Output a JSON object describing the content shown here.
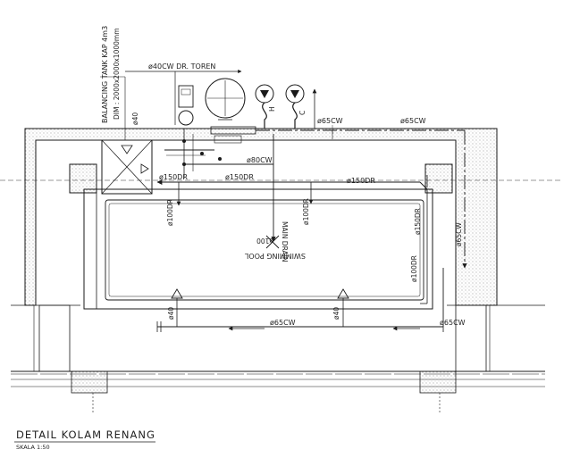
{
  "title": "DETAIL KOLAM RENANG",
  "scale": "SKALA 1:50",
  "labels": {
    "tank_line1": "BALANCING TANK KAP 4m3",
    "tank_line2": "DIM : 2000x2000x1000mm",
    "dr_toren": "ø40CW DR. TOREN",
    "o40_top": "ø40",
    "o65cw_top_a": "ø65CW",
    "o65cw_top_b": "ø65CW",
    "o80cw": "ø80CW",
    "o150dr_a": "ø150DR",
    "o150dr_b": "ø150DR",
    "o150dr_c": "ø150DR",
    "o100dr_a": "ø100DR",
    "o100dr_b": "ø100DR",
    "o150dr_v": "ø150DR",
    "o65cw_v": "ø65CW",
    "o100dr_c": "ø100DR",
    "main_drain": "MAIN DRAIN",
    "o100": "ø100",
    "swimming_pool": "SWIMMING POOL",
    "o40_a": "ø40",
    "o40_b": "ø40",
    "o65cw_bot_a": "ø65CW",
    "o65cw_bot_b": "ø65CW",
    "pump_h": "H",
    "pump_c": "C"
  }
}
